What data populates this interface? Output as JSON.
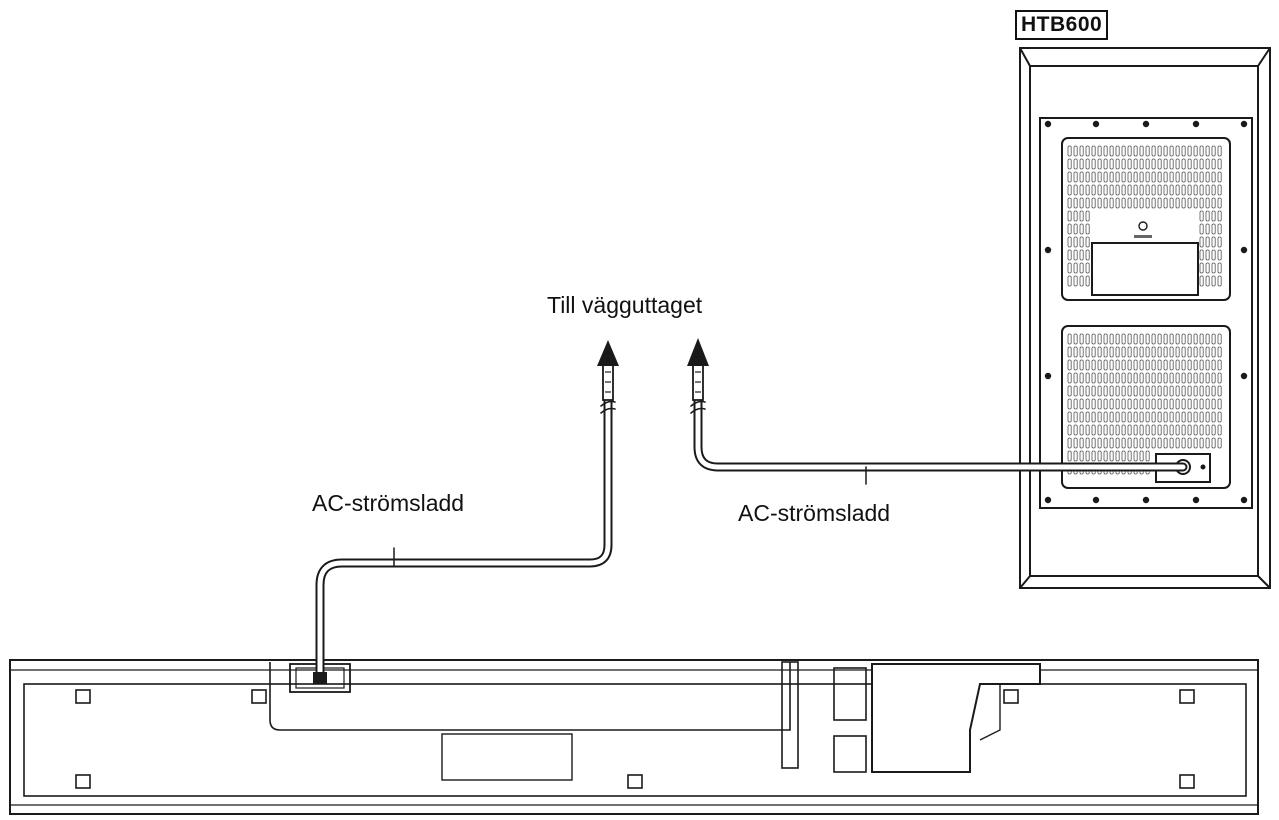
{
  "labels": {
    "outlet": "Till vägguttaget",
    "cord_left": "AC-strömsladd",
    "cord_right": "AC-strömsladd",
    "model": "HTB600"
  },
  "colors": {
    "line": "#1a1a1a",
    "fill": "#ffffff",
    "grille": "#555555"
  },
  "icons": {
    "arrows": "arrow-up-icon",
    "plug": "power-plug-icon"
  }
}
